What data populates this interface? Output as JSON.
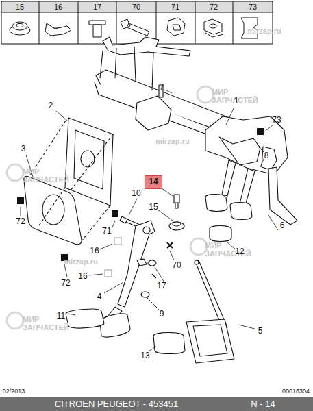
{
  "diagram": {
    "labels": [
      "15",
      "16",
      "17",
      "70",
      "71",
      "72",
      "73",
      "1",
      "7",
      "2",
      "73",
      "8",
      "3",
      "14",
      "10",
      "72",
      "15",
      "71",
      "16",
      "70",
      "12",
      "6",
      "72",
      "16",
      "17",
      "4",
      "9",
      "11",
      "5",
      "13",
      "02/2013",
      "00016304",
      "CITROEN PEUGEOT - 453451",
      "N - 14",
      "mirzap.ru",
      "МИР ЗАПЧАСТЕЙ",
      "МИР ЗАПЧАСТЕЙ",
      "mirzap.ru",
      "МИР ЗАПЧАСТЕЙ",
      "mirzap.ru",
      "МИР ЗАПЧАСТЕЙ"
    ]
  }
}
